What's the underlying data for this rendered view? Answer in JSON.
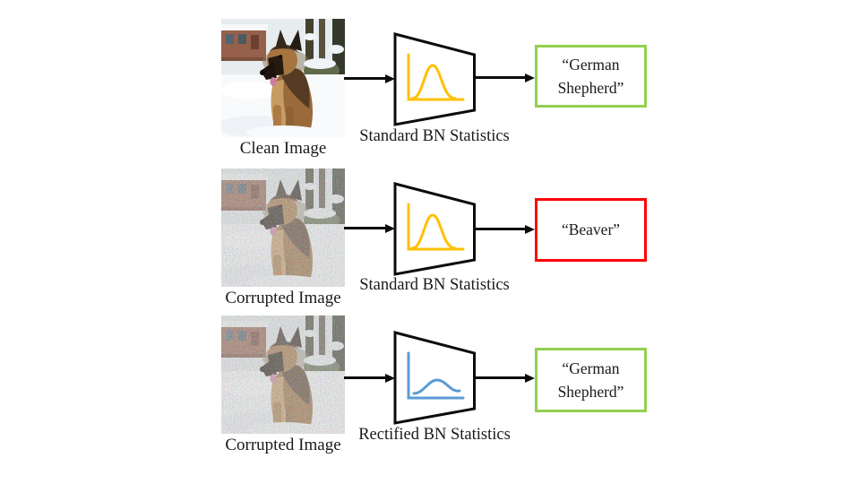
{
  "colors": {
    "correct_green": "#92D050",
    "wrong_red": "#FF0000",
    "curve_yellow": "#FFC000",
    "curve_blue": "#5B9BD5",
    "arrow_black": "#0c0c0c"
  },
  "rows": [
    {
      "image_caption": "Clean Image",
      "module_label": "Standard BN Statistics",
      "prediction": "“German Shepherd”",
      "prediction_status": "correct",
      "curve_style": "narrow-yellow",
      "image_content": "german-shepherd-dog-in-snow"
    },
    {
      "image_caption": "Corrupted Image",
      "module_label": "Standard BN Statistics",
      "prediction": "“Beaver”",
      "prediction_status": "wrong",
      "curve_style": "narrow-yellow",
      "image_content": "german-shepherd-dog-in-snow-noisy"
    },
    {
      "image_caption": "Corrupted Image",
      "module_label": "Rectified BN Statistics",
      "prediction": "“German Shepherd”",
      "prediction_status": "correct",
      "curve_style": "wide-blue",
      "image_content": "german-shepherd-dog-in-snow-noisy"
    }
  ]
}
